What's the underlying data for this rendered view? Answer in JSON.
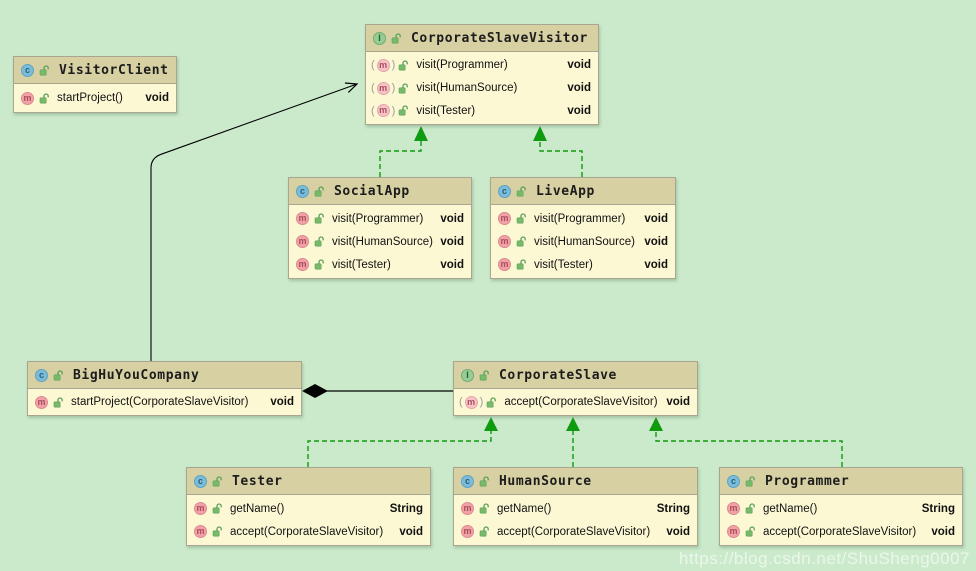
{
  "watermark": "https://blog.csdn.net/ShuSheng0007",
  "colors": {
    "bg": "#cbeacb",
    "header_bg": "#d6d0a3",
    "body_bg": "#fdf8d4",
    "border": "#a8a690",
    "green": "#0f9b10",
    "black": "#000000"
  },
  "icons": {
    "class_letter": "c",
    "interface_letter": "I",
    "method_letter": "m",
    "paren_open": "(",
    "paren_close": ")"
  },
  "classes": [
    {
      "name": "VisitorClient",
      "kind": "class",
      "methods": [
        {
          "name": "startProject()",
          "returns": "void"
        }
      ]
    },
    {
      "name": "CorporateSlaveVisitor",
      "kind": "interface",
      "methods": [
        {
          "name": "visit(Programmer)",
          "returns": "void"
        },
        {
          "name": "visit(HumanSource)",
          "returns": "void"
        },
        {
          "name": "visit(Tester)",
          "returns": "void"
        }
      ]
    },
    {
      "name": "SocialApp",
      "kind": "class",
      "methods": [
        {
          "name": "visit(Programmer)",
          "returns": "void"
        },
        {
          "name": "visit(HumanSource)",
          "returns": "void"
        },
        {
          "name": "visit(Tester)",
          "returns": "void"
        }
      ]
    },
    {
      "name": "LiveApp",
      "kind": "class",
      "methods": [
        {
          "name": "visit(Programmer)",
          "returns": "void"
        },
        {
          "name": "visit(HumanSource)",
          "returns": "void"
        },
        {
          "name": "visit(Tester)",
          "returns": "void"
        }
      ]
    },
    {
      "name": "BigHuYouCompany",
      "kind": "class",
      "methods": [
        {
          "name": "startProject(CorporateSlaveVisitor)",
          "returns": "void"
        }
      ]
    },
    {
      "name": "CorporateSlave",
      "kind": "interface",
      "methods": [
        {
          "name": "accept(CorporateSlaveVisitor)",
          "returns": "void"
        }
      ]
    },
    {
      "name": "Tester",
      "kind": "class",
      "methods": [
        {
          "name": "getName()",
          "returns": "String"
        },
        {
          "name": "accept(CorporateSlaveVisitor)",
          "returns": "void"
        }
      ]
    },
    {
      "name": "HumanSource",
      "kind": "class",
      "methods": [
        {
          "name": "getName()",
          "returns": "String"
        },
        {
          "name": "accept(CorporateSlaveVisitor)",
          "returns": "void"
        }
      ]
    },
    {
      "name": "Programmer",
      "kind": "class",
      "methods": [
        {
          "name": "getName()",
          "returns": "String"
        },
        {
          "name": "accept(CorporateSlaveVisitor)",
          "returns": "void"
        }
      ]
    }
  ],
  "relationships": [
    {
      "from": "BigHuYouCompany",
      "to": "CorporateSlaveVisitor",
      "type": "association-arrow"
    },
    {
      "from": "BigHuYouCompany",
      "to": "CorporateSlave",
      "type": "composition"
    },
    {
      "from": "SocialApp",
      "to": "CorporateSlaveVisitor",
      "type": "realization"
    },
    {
      "from": "LiveApp",
      "to": "CorporateSlaveVisitor",
      "type": "realization"
    },
    {
      "from": "Tester",
      "to": "CorporateSlave",
      "type": "realization"
    },
    {
      "from": "HumanSource",
      "to": "CorporateSlave",
      "type": "realization"
    },
    {
      "from": "Programmer",
      "to": "CorporateSlave",
      "type": "realization"
    }
  ]
}
